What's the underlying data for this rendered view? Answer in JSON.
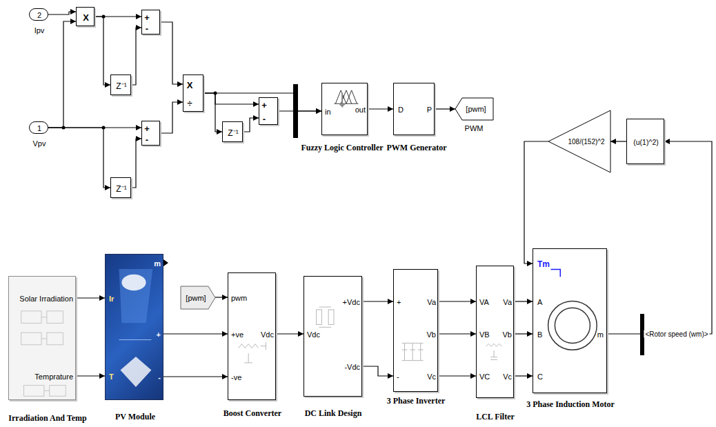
{
  "diagram": {
    "nodes": [
      {
        "text": [
          "2",
          "Ipv"
        ]
      },
      {
        "text": [
          "1",
          "Vpv"
        ]
      },
      {
        "text": [
          "X"
        ]
      },
      {
        "text": [
          "Z⁻¹"
        ]
      },
      {
        "text": [
          "+",
          "-"
        ]
      },
      {
        "text": [
          "Z⁻¹"
        ]
      },
      {
        "text": [
          "+",
          "-"
        ]
      },
      {
        "text": [
          "X",
          "÷"
        ]
      },
      {
        "text": [
          "Z⁻¹"
        ]
      },
      {
        "text": [
          "+",
          "-"
        ]
      },
      {
        "text": [
          "in",
          "out",
          "Fuzzy Logic Controller"
        ]
      },
      {
        "text": [
          "D",
          "P",
          "PWM Generator"
        ]
      },
      {
        "text": [
          "[pwm]",
          "PWM"
        ]
      },
      {
        "text": [
          "108/(152)^2"
        ]
      },
      {
        "text": [
          "(u(1)^2)"
        ]
      },
      {
        "text": [
          "Solar Irradiation",
          "Temprature",
          "Irradiation And Temp"
        ]
      },
      {
        "text": [
          "Ir",
          "T",
          "m",
          "+",
          "-",
          "PV Module"
        ]
      },
      {
        "text": [
          "[pwm]"
        ]
      },
      {
        "text": [
          "pwm",
          "+ve",
          "-ve",
          "Vdc",
          "Boost Converter"
        ]
      },
      {
        "text": [
          "Vdc",
          "+Vdc",
          "-Vdc",
          "DC Link Design"
        ]
      },
      {
        "text": [
          "+",
          "-",
          "Va",
          "Vb",
          "Vc",
          "3 Phase Inverter"
        ]
      },
      {
        "text": [
          "VA",
          "VB",
          "VC",
          "Va",
          "Vb",
          "Vc",
          "LCL Filter"
        ]
      },
      {
        "text": [
          "Tm",
          "A",
          "B",
          "C",
          "m",
          "3 Phase Induction Motor"
        ]
      }
    ],
    "edges": [
      {
        "from": 0,
        "to": 2,
        "arrow": "to"
      },
      {
        "from": 1,
        "to": 2,
        "arrow": "to"
      },
      {
        "from": 2,
        "to": 4,
        "arrow": "to"
      },
      {
        "from": 2,
        "to": 3,
        "arrow": "to"
      },
      {
        "from": 3,
        "to": 4,
        "arrow": "to"
      },
      {
        "from": 1,
        "to": 6,
        "arrow": "to"
      },
      {
        "from": 1,
        "to": 5,
        "arrow": "to"
      },
      {
        "from": 5,
        "to": 6,
        "arrow": "to"
      },
      {
        "from": 4,
        "to": 7,
        "arrow": "to"
      },
      {
        "from": 6,
        "to": 7,
        "arrow": "to"
      },
      {
        "from": 7,
        "to": 9,
        "arrow": "to"
      },
      {
        "from": 7,
        "to": 8,
        "arrow": "to"
      },
      {
        "from": 8,
        "to": 9,
        "arrow": "to"
      },
      {
        "from": 7,
        "to": 10,
        "arrow": "to"
      },
      {
        "from": 9,
        "to": 10,
        "arrow": "to"
      },
      {
        "from": 10,
        "to": 11,
        "arrow": "to"
      },
      {
        "from": 11,
        "to": 12,
        "arrow": "to"
      },
      {
        "from": 15,
        "to": 16,
        "arrow": "to"
      },
      {
        "from": 15,
        "to": 16,
        "arrow": "to"
      },
      {
        "from": 17,
        "to": 18,
        "arrow": "to"
      },
      {
        "from": 16,
        "to": 18,
        "arrow": "to"
      },
      {
        "from": 16,
        "to": 18,
        "arrow": "to"
      },
      {
        "from": 18,
        "to": 19,
        "arrow": "to"
      },
      {
        "from": 19,
        "to": 20,
        "arrow": "to"
      },
      {
        "from": 19,
        "to": 20,
        "arrow": "to"
      },
      {
        "from": 20,
        "to": 21,
        "arrow": "to"
      },
      {
        "from": 20,
        "to": 21,
        "arrow": "to"
      },
      {
        "from": 20,
        "to": 21,
        "arrow": "to"
      },
      {
        "from": 21,
        "to": 22,
        "arrow": "to"
      },
      {
        "from": 21,
        "to": 22,
        "arrow": "to"
      },
      {
        "from": 21,
        "to": 22,
        "arrow": "to"
      },
      {
        "from": 22,
        "to": 14,
        "label": "<Rotor speed (wm)>",
        "arrow": "to"
      },
      {
        "from": 14,
        "to": 13,
        "arrow": "to"
      },
      {
        "from": 13,
        "to": 22,
        "arrow": "to"
      }
    ]
  }
}
